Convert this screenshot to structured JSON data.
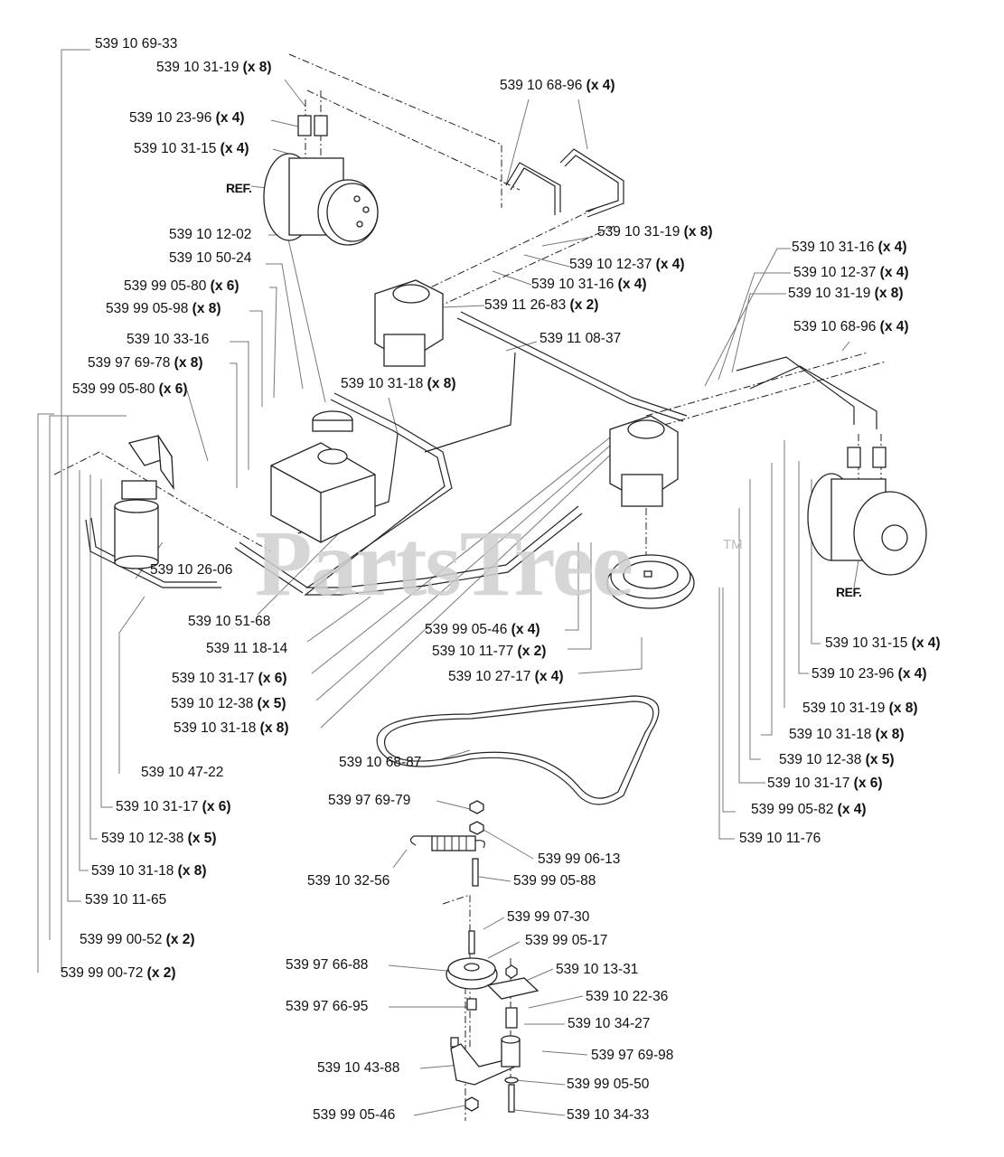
{
  "diagram": {
    "title": "Hydraulic system parts diagram",
    "watermark": "PartsTree",
    "watermark_tm": "TM",
    "ref_label": "REF.",
    "labels": [
      {
        "id": "l1",
        "part": "539 10 69-33",
        "qty": ""
      },
      {
        "id": "l2",
        "part": "539 10 31-19",
        "qty": "(x 8)"
      },
      {
        "id": "l3",
        "part": "539 10 23-96",
        "qty": "(x 4)"
      },
      {
        "id": "l4",
        "part": "539 10 31-15",
        "qty": "(x 4)"
      },
      {
        "id": "l5",
        "part": "539 10 68-96",
        "qty": "(x 4)"
      },
      {
        "id": "l6",
        "part": "539 10 31-19",
        "qty": "(x 8)"
      },
      {
        "id": "l7",
        "part": "539 10 12-37",
        "qty": "(x 4)"
      },
      {
        "id": "l8",
        "part": "539 10 31-16",
        "qty": "(x 4)"
      },
      {
        "id": "l9",
        "part": "539 11 26-83",
        "qty": "(x 2)"
      },
      {
        "id": "l10",
        "part": "539 11 08-37",
        "qty": ""
      },
      {
        "id": "l11",
        "part": "539 10 12-02",
        "qty": ""
      },
      {
        "id": "l12",
        "part": "539 10 50-24",
        "qty": ""
      },
      {
        "id": "l13",
        "part": "539 99 05-80",
        "qty": "(x 6)"
      },
      {
        "id": "l14",
        "part": "539 99 05-98",
        "qty": "(x 8)"
      },
      {
        "id": "l15",
        "part": "539 10 33-16",
        "qty": ""
      },
      {
        "id": "l16",
        "part": "539 97 69-78",
        "qty": "(x 8)"
      },
      {
        "id": "l17",
        "part": "539 99 05-80",
        "qty": "(x 6)"
      },
      {
        "id": "l18",
        "part": "539 10 31-18",
        "qty": "(x 8)"
      },
      {
        "id": "l19",
        "part": "539 10 31-16",
        "qty": "(x 4)"
      },
      {
        "id": "l20",
        "part": "539 10 12-37",
        "qty": "(x 4)"
      },
      {
        "id": "l21",
        "part": "539 10 31-19",
        "qty": "(x 8)"
      },
      {
        "id": "l22",
        "part": "539 10 68-96",
        "qty": "(x 4)"
      },
      {
        "id": "l23",
        "part": "539 10 26-06",
        "qty": ""
      },
      {
        "id": "l24",
        "part": "539 10 51-68",
        "qty": ""
      },
      {
        "id": "l25",
        "part": "539 11 18-14",
        "qty": ""
      },
      {
        "id": "l26",
        "part": "539 10 31-17",
        "qty": "(x 6)"
      },
      {
        "id": "l27",
        "part": "539 10 12-38",
        "qty": "(x 5)"
      },
      {
        "id": "l28",
        "part": "539 10 31-18",
        "qty": "(x 8)"
      },
      {
        "id": "l29",
        "part": "539 99 05-46",
        "qty": "(x 4)"
      },
      {
        "id": "l30",
        "part": "539 10 11-77",
        "qty": "(x 2)"
      },
      {
        "id": "l31",
        "part": "539 10 27-17",
        "qty": "(x 4)"
      },
      {
        "id": "l32",
        "part": "539 10 31-15",
        "qty": "(x 4)"
      },
      {
        "id": "l33",
        "part": "539 10 23-96",
        "qty": "(x 4)"
      },
      {
        "id": "l34",
        "part": "539 10 31-19",
        "qty": "(x 8)"
      },
      {
        "id": "l35",
        "part": "539 10 31-18",
        "qty": "(x 8)"
      },
      {
        "id": "l36",
        "part": "539 10 12-38",
        "qty": "(x 5)"
      },
      {
        "id": "l37",
        "part": "539 10 31-17",
        "qty": "(x 6)"
      },
      {
        "id": "l38",
        "part": "539 99 05-82",
        "qty": "(x 4)"
      },
      {
        "id": "l39",
        "part": "539 10 11-76",
        "qty": ""
      },
      {
        "id": "l40",
        "part": "539 10 68-87",
        "qty": ""
      },
      {
        "id": "l41",
        "part": "539 10 47-22",
        "qty": ""
      },
      {
        "id": "l42",
        "part": "539 10 31-17",
        "qty": "(x 6)"
      },
      {
        "id": "l43",
        "part": "539 10 12-38",
        "qty": "(x 5)"
      },
      {
        "id": "l44",
        "part": "539 10 31-18",
        "qty": "(x 8)"
      },
      {
        "id": "l45",
        "part": "539 10 11-65",
        "qty": ""
      },
      {
        "id": "l46",
        "part": "539 99 00-52",
        "qty": "(x 2)"
      },
      {
        "id": "l47",
        "part": "539 99 00-72",
        "qty": "(x 2)"
      },
      {
        "id": "l48",
        "part": "539 97 69-79",
        "qty": ""
      },
      {
        "id": "l49",
        "part": "539 99 06-13",
        "qty": ""
      },
      {
        "id": "l50",
        "part": "539 10 32-56",
        "qty": ""
      },
      {
        "id": "l51",
        "part": "539 99 05-88",
        "qty": ""
      },
      {
        "id": "l52",
        "part": "539 99 07-30",
        "qty": ""
      },
      {
        "id": "l53",
        "part": "539 99 05-17",
        "qty": ""
      },
      {
        "id": "l54",
        "part": "539 97 66-88",
        "qty": ""
      },
      {
        "id": "l55",
        "part": "539 10 13-31",
        "qty": ""
      },
      {
        "id": "l56",
        "part": "539 10 22-36",
        "qty": ""
      },
      {
        "id": "l57",
        "part": "539 97 66-95",
        "qty": ""
      },
      {
        "id": "l58",
        "part": "539 10 34-27",
        "qty": ""
      },
      {
        "id": "l59",
        "part": "539 97 69-98",
        "qty": ""
      },
      {
        "id": "l60",
        "part": "539 10 43-88",
        "qty": ""
      },
      {
        "id": "l61",
        "part": "539 99 05-50",
        "qty": ""
      },
      {
        "id": "l62",
        "part": "539 99 05-46",
        "qty": ""
      },
      {
        "id": "l63",
        "part": "539 10 34-33",
        "qty": ""
      }
    ]
  }
}
